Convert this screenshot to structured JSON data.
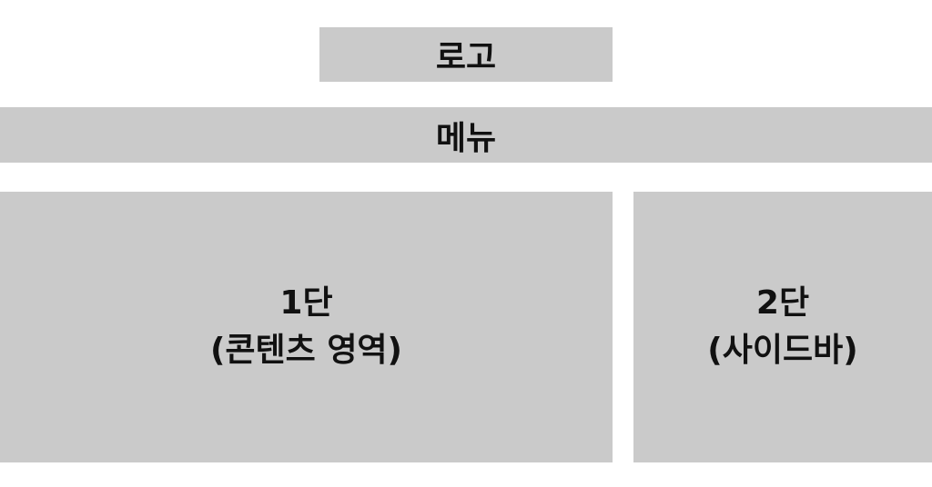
{
  "logo": {
    "label": "로고"
  },
  "menu": {
    "label": "메뉴"
  },
  "content": {
    "line1": "1단",
    "line2": "(콘텐츠 영역)"
  },
  "sidebar": {
    "line1": "2단",
    "line2": "(사이드바)"
  },
  "colors": {
    "block": "#cacaca",
    "background": "#ffffff",
    "text": "#111111"
  }
}
